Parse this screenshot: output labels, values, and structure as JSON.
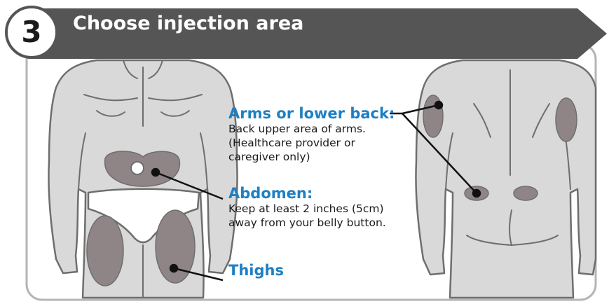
{
  "header": {
    "step_number": "3",
    "title": "Choose injection area"
  },
  "sites": {
    "arms": {
      "title": "Arms or lower back:",
      "lines": [
        "Back upper area of arms.",
        "(Healthcare provider or",
        "caregiver only)"
      ]
    },
    "abdomen": {
      "title": "Abdomen:",
      "lines": [
        "Keep at least 2 inches (5cm)",
        "away from your belly button."
      ]
    },
    "thighs": {
      "title": "Thighs"
    }
  },
  "colors": {
    "header_bar": "#555555",
    "panel_border": "#b5b5b5",
    "body_fill": "#d9d9d9",
    "body_outline": "#6e6e6e",
    "site_fill": "#8f8587",
    "title_accent": "#1f7fc4"
  }
}
